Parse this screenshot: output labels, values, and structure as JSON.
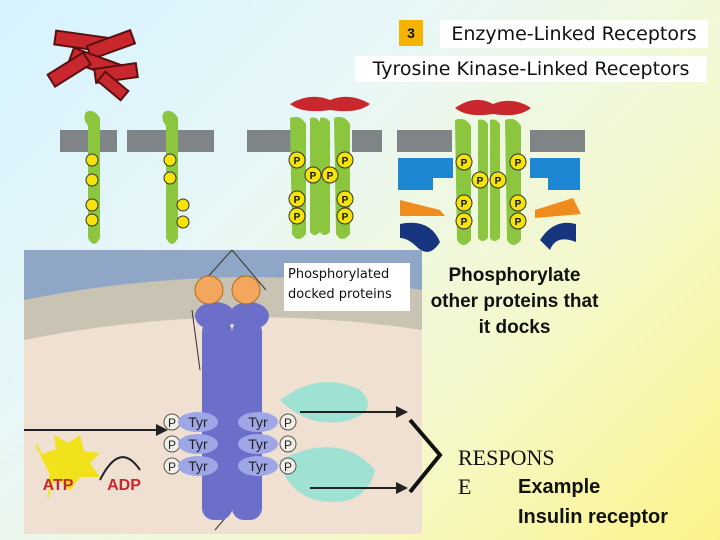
{
  "slide": {
    "number": "3",
    "title": "Enzyme-Linked Receptors",
    "subtitle": "Tyrosine  Kinase-Linked Receptors"
  },
  "labels": {
    "docked_line1": "Phosphorylated",
    "docked_line2": "docked proteins",
    "phosphorylate_line1": "Phosphorylate",
    "phosphorylate_line2": "other proteins that",
    "phosphorylate_line3": "it docks",
    "response_line1": "RESPONS",
    "response_line2": "E",
    "example": "Example",
    "insulin": "Insulin receptor"
  },
  "diagram": {
    "p_label": "P",
    "tyr_label": "Tyr",
    "atp": "ATP",
    "adp": "ADP"
  },
  "colors": {
    "receptor_green": "#8cc63f",
    "phosphate_yellow": "#f4e40a",
    "ligand_red": "#c8282d",
    "membrane_gray": "#7f8587",
    "docking_blue": "#1e87d4",
    "docking_orange": "#f08c1e",
    "receptor_purple": "#6b6fc9",
    "teal_protein": "#9fe1d2",
    "atp_burst": "#f2e21c"
  }
}
